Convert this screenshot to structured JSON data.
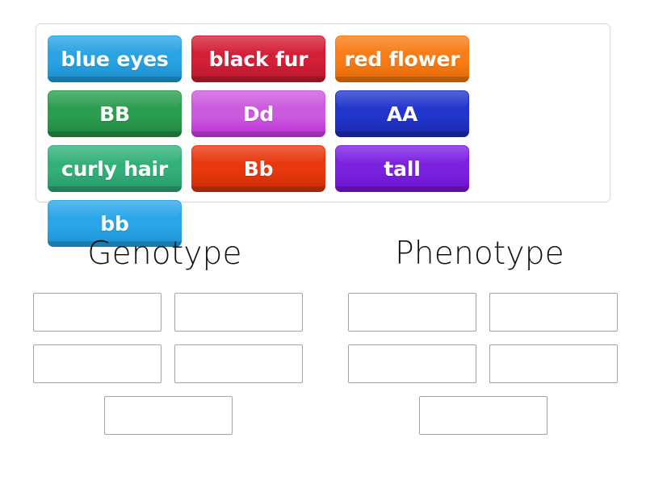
{
  "tile_pool": {
    "name": "word-bank",
    "tiles": [
      {
        "label": "blue eyes",
        "color": "#2aa3e4",
        "color_dark": "#1a8cc9",
        "text_color": "#ffffff"
      },
      {
        "label": "black fur",
        "color": "#d41f38",
        "color_dark": "#b5172c",
        "text_color": "#ffffff"
      },
      {
        "label": "red flower",
        "color": "#f97c16",
        "color_dark": "#e06806",
        "text_color": "#ffffff"
      },
      {
        "label": "BB",
        "color": "#2a9e4f",
        "color_dark": "#1f8440",
        "text_color": "#ffffff"
      },
      {
        "label": "Dd",
        "color": "#cc5ade",
        "color_dark": "#bc2fd4",
        "text_color": "#ffffff"
      },
      {
        "label": "AA",
        "color": "#2336cc",
        "color_dark": "#1a27a8",
        "text_color": "#ffffff"
      },
      {
        "label": "curly hair",
        "color": "#33b07a",
        "color_dark": "#26976a",
        "text_color": "#ffffff"
      },
      {
        "label": "Bb",
        "color": "#e8380d",
        "color_dark": "#c72c06",
        "text_color": "#ffffff"
      },
      {
        "label": "tall",
        "color": "#7b22e0",
        "color_dark": "#6a12c9",
        "text_color": "#ffffff"
      },
      {
        "label": "bb",
        "color": "#2aa6e8",
        "color_dark": "#1b90d2",
        "text_color": "#ffffff"
      }
    ]
  },
  "columns": [
    {
      "key": "genotype",
      "heading": "Genotype",
      "drop_zones": [
        {
          "value": ""
        },
        {
          "value": ""
        },
        {
          "value": ""
        },
        {
          "value": ""
        },
        {
          "value": ""
        }
      ]
    },
    {
      "key": "phenotype",
      "heading": "Phenotype",
      "drop_zones": [
        {
          "value": ""
        },
        {
          "value": ""
        },
        {
          "value": ""
        },
        {
          "value": ""
        },
        {
          "value": ""
        }
      ]
    }
  ],
  "theme": {
    "background": "#ffffff",
    "pool_border": "#d8d8d8",
    "dropzone_border": "#a3a3a3",
    "heading_color": "#111111"
  }
}
